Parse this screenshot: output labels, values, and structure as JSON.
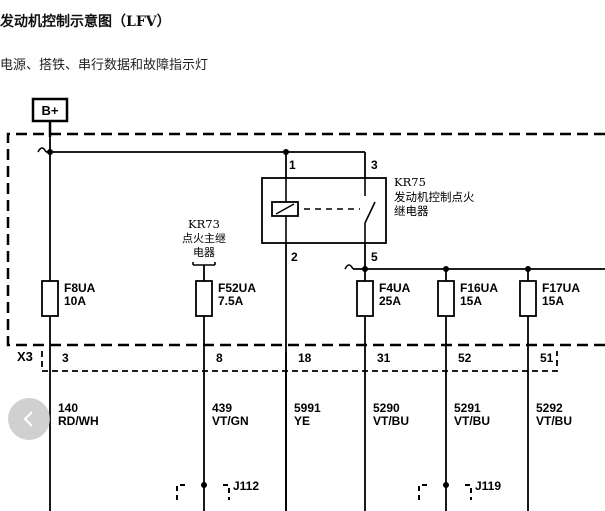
{
  "page": {
    "title": "发动机控制示意图（LFV）",
    "subtitle": "电源、搭铁、串行数据和故障指示灯"
  },
  "diagram": {
    "power_label": "B+",
    "connector_label": "X3",
    "relay_kr75": {
      "id": "KR75",
      "name_line1": "发动机控制点火",
      "name_line2": "继电器",
      "pin1": "1",
      "pin2": "2",
      "pin3": "3",
      "pin5": "5"
    },
    "relay_kr73": {
      "id": "KR73",
      "name_line1": "点火主继",
      "name_line2": "电器"
    },
    "fuses": [
      {
        "id": "F8UA",
        "rating": "10A"
      },
      {
        "id": "F52UA",
        "rating": "7.5A"
      },
      {
        "id": "F4UA",
        "rating": "25A"
      },
      {
        "id": "F16UA",
        "rating": "15A"
      },
      {
        "id": "F17UA",
        "rating": "15A"
      }
    ],
    "pins": [
      "3",
      "8",
      "18",
      "31",
      "52",
      "51"
    ],
    "wires": [
      {
        "circuit": "140",
        "color": "RD/WH"
      },
      {
        "circuit": "439",
        "color": "VT/GN"
      },
      {
        "circuit": "5991",
        "color": "YE"
      },
      {
        "circuit": "5290",
        "color": "VT/BU"
      },
      {
        "circuit": "5291",
        "color": "VT/BU"
      },
      {
        "circuit": "5292",
        "color": "VT/BU"
      }
    ],
    "splices": [
      "J112",
      "J119"
    ]
  },
  "nav": {
    "icon": "chevron-left-icon"
  }
}
